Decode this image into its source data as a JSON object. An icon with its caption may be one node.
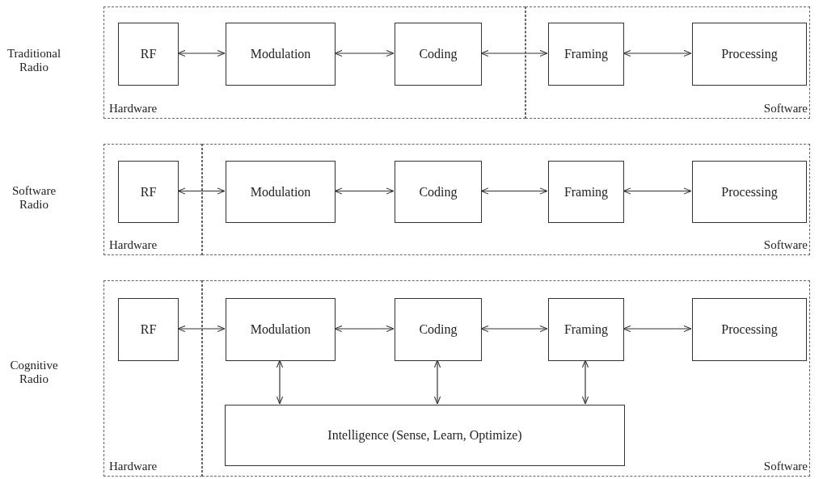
{
  "diagram": {
    "nodes": [
      {
        "text": [
          "Hardware"
        ]
      },
      {
        "text": [
          "RF"
        ],
        "in": 0
      },
      {
        "text": [
          "Modulation"
        ],
        "in": 0
      },
      {
        "text": [
          "Coding"
        ],
        "in": 0
      },
      {
        "text": [
          "Software"
        ]
      },
      {
        "text": [
          "Framing"
        ],
        "in": 4
      },
      {
        "text": [
          "Processing"
        ],
        "in": 4
      },
      {
        "text": [
          "Hardware"
        ]
      },
      {
        "text": [
          "RF"
        ],
        "in": 7
      },
      {
        "text": [
          "Software"
        ]
      },
      {
        "text": [
          "Modulation"
        ],
        "in": 9
      },
      {
        "text": [
          "Coding"
        ],
        "in": 9
      },
      {
        "text": [
          "Framing"
        ],
        "in": 9
      },
      {
        "text": [
          "Processing"
        ],
        "in": 9
      },
      {
        "text": [
          "Hardware"
        ]
      },
      {
        "text": [
          "RF"
        ],
        "in": 14
      },
      {
        "text": [
          "Software"
        ]
      },
      {
        "text": [
          "Modulation"
        ],
        "in": 16
      },
      {
        "text": [
          "Coding"
        ],
        "in": 16
      },
      {
        "text": [
          "Framing"
        ],
        "in": 16
      },
      {
        "text": [
          "Processing"
        ],
        "in": 16
      },
      {
        "text": [
          "Intelligence (Sense, Learn, Optimize)"
        ],
        "in": 16
      }
    ],
    "edges": [
      {
        "from": 1,
        "to": 2,
        "arrow": "both"
      },
      {
        "from": 2,
        "to": 3,
        "arrow": "both"
      },
      {
        "from": 3,
        "to": 5,
        "arrow": "both"
      },
      {
        "from": 5,
        "to": 6,
        "arrow": "both"
      },
      {
        "from": 8,
        "to": 10,
        "arrow": "both"
      },
      {
        "from": 10,
        "to": 11,
        "arrow": "both"
      },
      {
        "from": 11,
        "to": 12,
        "arrow": "both"
      },
      {
        "from": 12,
        "to": 13,
        "arrow": "both"
      },
      {
        "from": 15,
        "to": 17,
        "arrow": "both"
      },
      {
        "from": 17,
        "to": 18,
        "arrow": "both"
      },
      {
        "from": 18,
        "to": 19,
        "arrow": "both"
      },
      {
        "from": 19,
        "to": 20,
        "arrow": "both"
      },
      {
        "from": 17,
        "to": 21,
        "arrow": "both"
      },
      {
        "from": 18,
        "to": 21,
        "arrow": "both"
      },
      {
        "from": 19,
        "to": 21,
        "arrow": "both"
      }
    ],
    "labels": [
      "Traditional Radio",
      "Software Radio",
      "Cognitive Radio"
    ]
  }
}
